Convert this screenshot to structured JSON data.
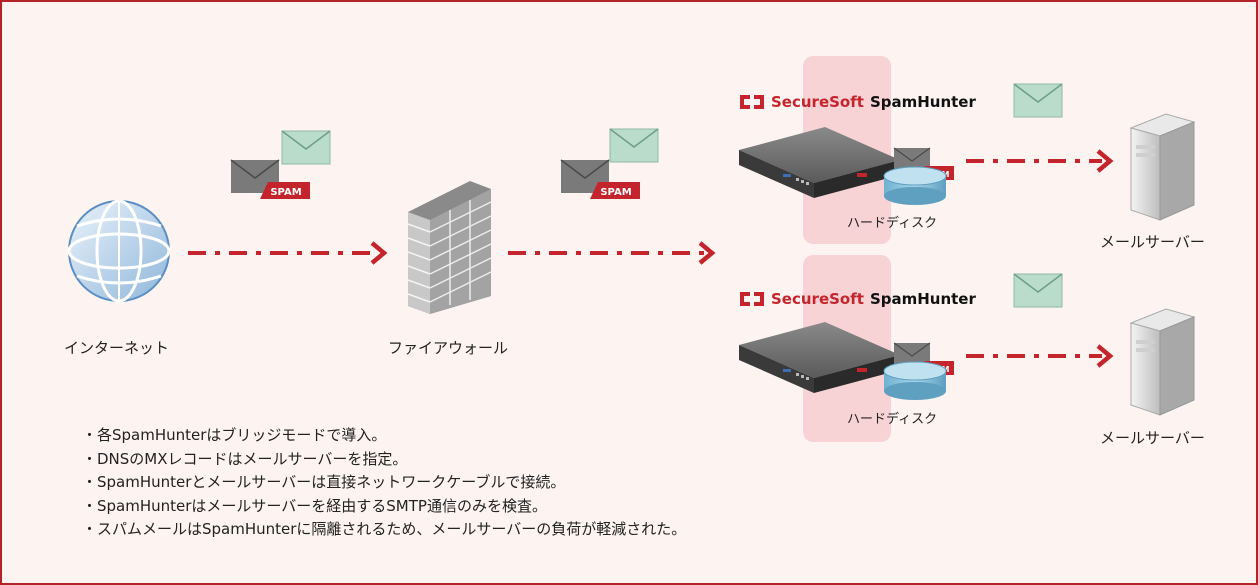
{
  "colors": {
    "frame_border": "#b5232a",
    "background": "#fdf4f1",
    "accent_red": "#c4242b",
    "highlight_band": "#f8d3d6",
    "envelope_green": "#b9dccb",
    "envelope_gray": "#777777",
    "disk_blue": "#8cc3dc"
  },
  "icons": [
    "internet-globe-icon",
    "firewall-brick-icon",
    "spam-envelope-icon",
    "clean-envelope-icon",
    "spamhunter-appliance-icon",
    "hard-disk-icon",
    "mail-server-icon",
    "dash-dot-arrow-icon"
  ],
  "nodes": {
    "internet": "インターネット",
    "firewall": "ファイアウォール",
    "hard_disk": "ハードディスク",
    "mail_server": "メールサーバー"
  },
  "brand": {
    "name_red": "SecureSoft",
    "name_black": "SpamHunter"
  },
  "badges": {
    "spam": "SPAM"
  },
  "notes": [
    "・各SpamHunterはブリッジモードで導入。",
    "・DNSのMXレコードはメールサーバーを指定。",
    "・SpamHunterとメールサーバーは直接ネットワークケーブルで接続。",
    "・SpamHunterはメールサーバーを経由するSMTP通信のみを検査。",
    "・スパムメールはSpamHunterに隔離されるため、メールサーバーの負荷が軽減された。"
  ]
}
